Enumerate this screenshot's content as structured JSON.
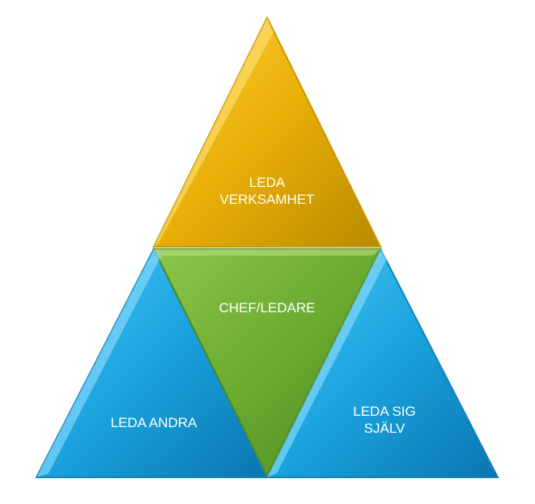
{
  "diagram": {
    "top": {
      "line1": "LEDA",
      "line2": "VERKSAMHET",
      "color": "#f2b705"
    },
    "center": {
      "label": "CHEF/LEDARE",
      "color": "#6cad34"
    },
    "left": {
      "label": "LEDA ANDRA",
      "color": "#1ea7e1"
    },
    "right": {
      "line1": "LEDA SIG",
      "line2": "SJÄLV",
      "color": "#1ea7e1"
    }
  }
}
